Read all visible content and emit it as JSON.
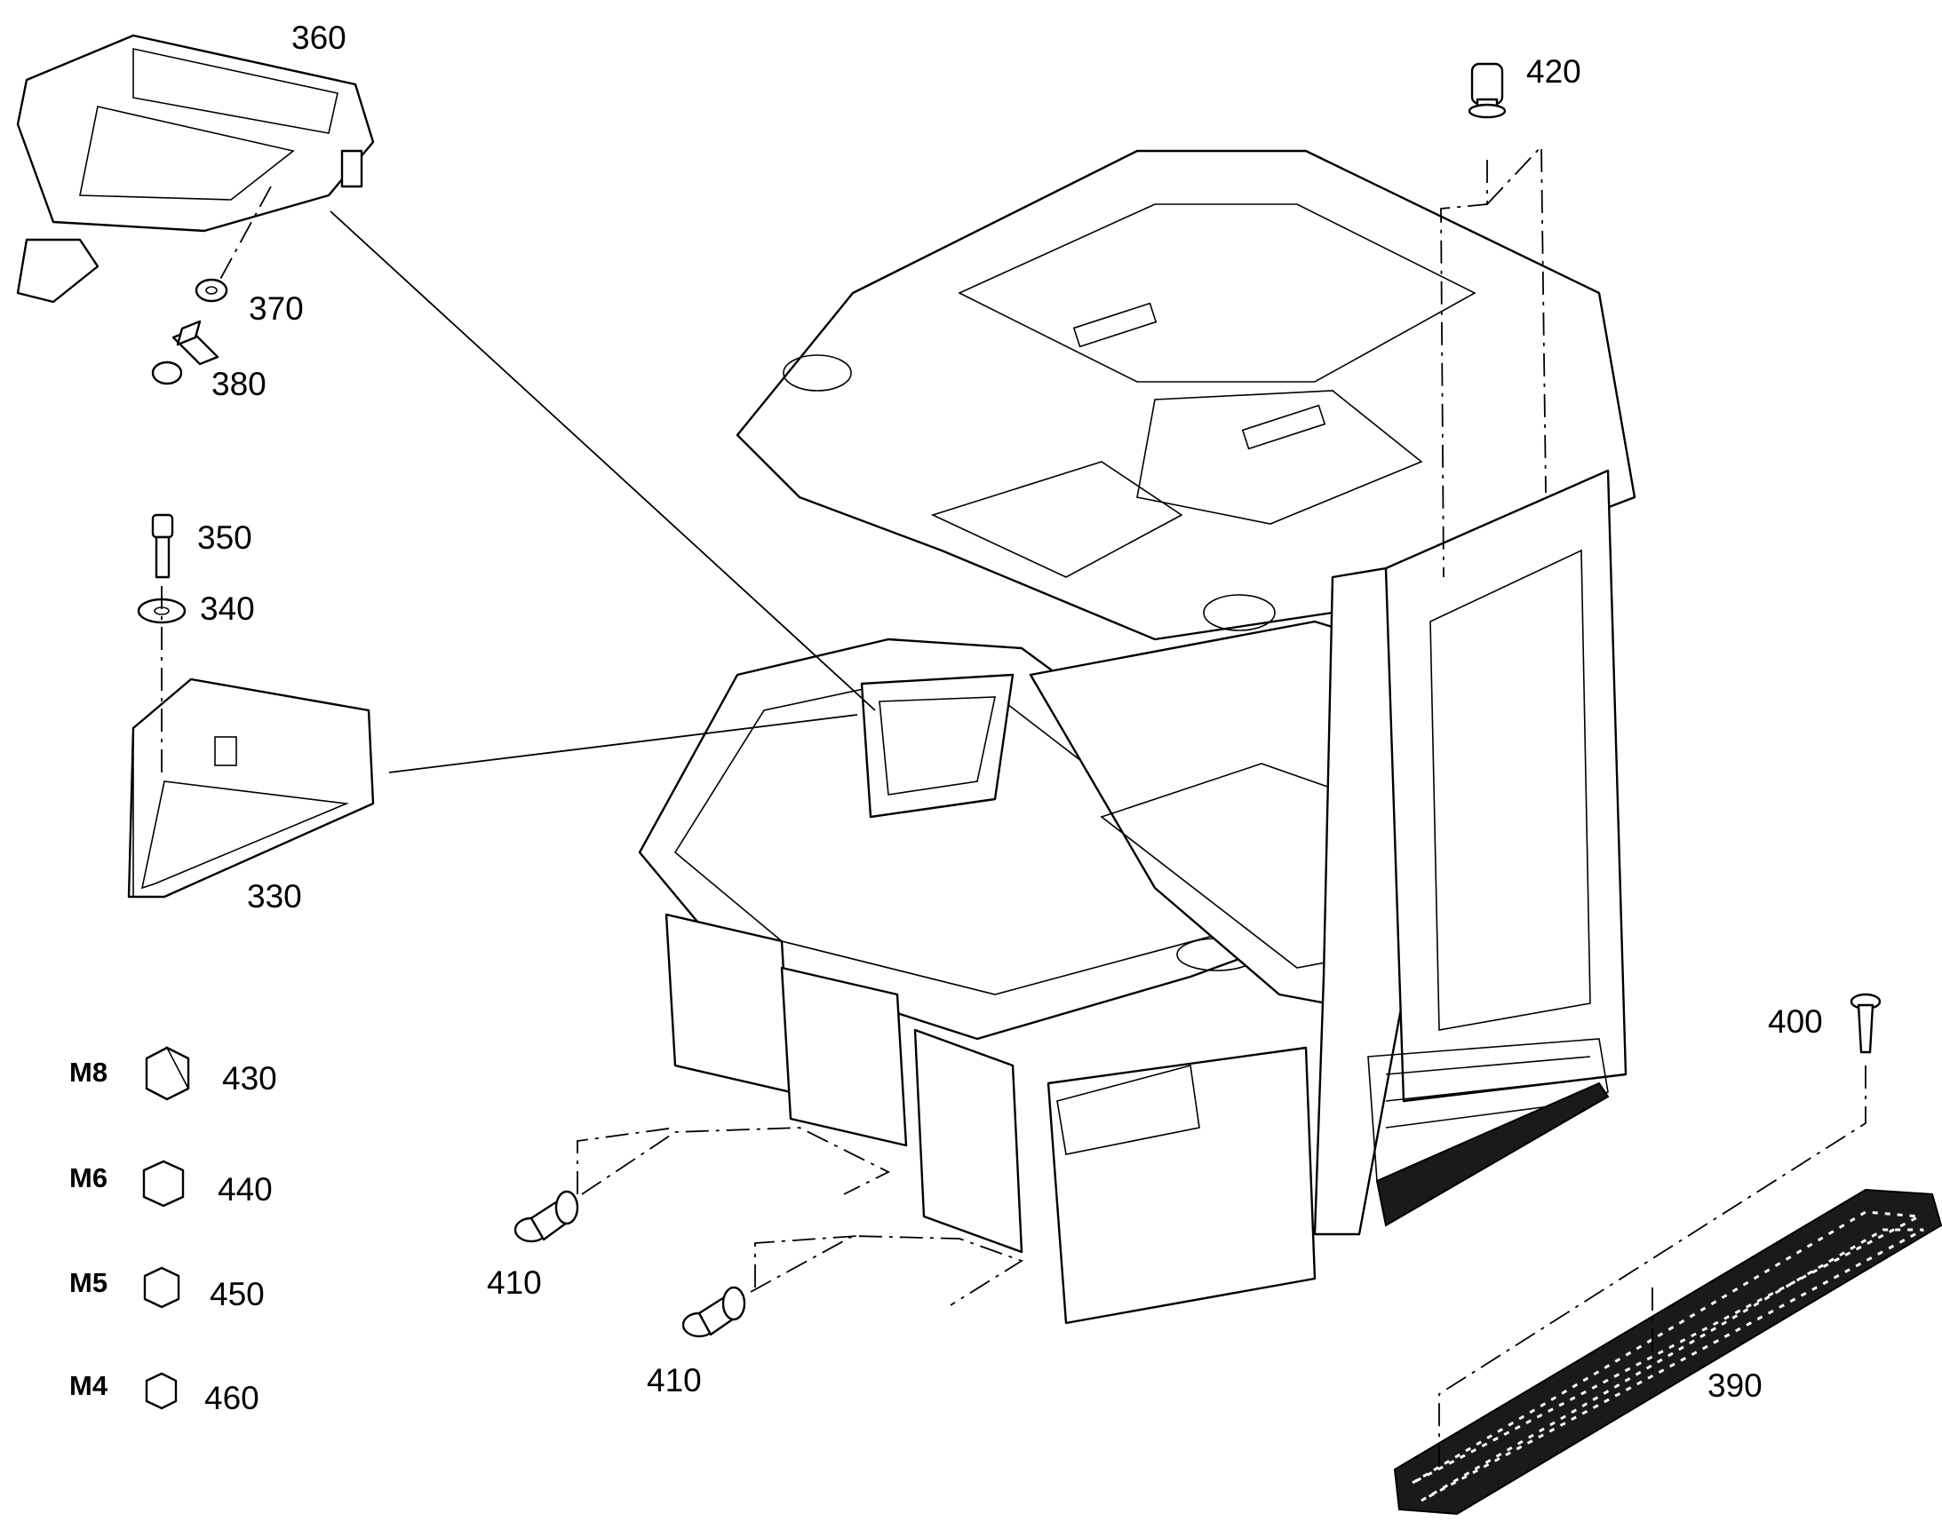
{
  "callouts": {
    "c330": "330",
    "c340": "340",
    "c350": "350",
    "c360": "360",
    "c370": "370",
    "c380": "380",
    "c390": "390",
    "c400": "400",
    "c410a": "410",
    "c410b": "410",
    "c420": "420",
    "c430": "430",
    "c440": "440",
    "c450": "450",
    "c460": "460"
  },
  "thread_sizes": {
    "m8": "M8",
    "m6": "M6",
    "m5": "M5",
    "m4": "M4"
  }
}
